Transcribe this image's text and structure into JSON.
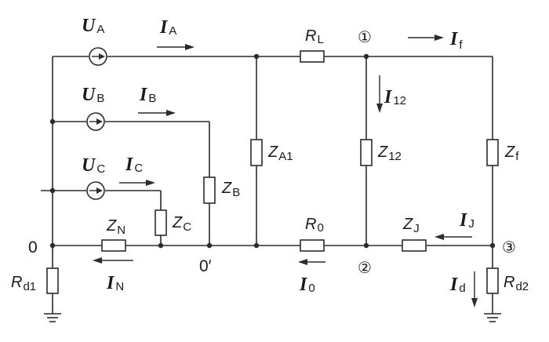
{
  "sources": {
    "a": {
      "main": "U",
      "sub": "A"
    },
    "b": {
      "main": "U",
      "sub": "B"
    },
    "c": {
      "main": "U",
      "sub": "C"
    }
  },
  "currents": {
    "ia": {
      "main": "I",
      "sub": "A"
    },
    "ib": {
      "main": "I",
      "sub": "B"
    },
    "ic": {
      "main": "I",
      "sub": "C"
    },
    "if": {
      "main": "I",
      "sub": "f"
    },
    "i12": {
      "main": "I",
      "sub": "12"
    },
    "ij": {
      "main": "I",
      "sub": "J"
    },
    "in": {
      "main": "I",
      "sub": "N"
    },
    "i0": {
      "main": "I",
      "sub": "0"
    },
    "id": {
      "main": "I",
      "sub": "d"
    }
  },
  "components": {
    "rl": {
      "main": "R",
      "sub": "L"
    },
    "r0": {
      "main": "R",
      "sub": "0"
    },
    "za1": {
      "main": "Z",
      "sub": "A1"
    },
    "z12": {
      "main": "Z",
      "sub": "12"
    },
    "zf": {
      "main": "Z",
      "sub": "f"
    },
    "zb": {
      "main": "Z",
      "sub": "B"
    },
    "zc": {
      "main": "Z",
      "sub": "C"
    },
    "zn": {
      "main": "Z",
      "sub": "N"
    },
    "zj": {
      "main": "Z",
      "sub": "J"
    },
    "rd1": {
      "main": "R",
      "sub": "d1"
    },
    "rd2": {
      "main": "R",
      "sub": "d2"
    }
  },
  "nodes": {
    "n0": "0",
    "n0p": "0′",
    "n1": "①",
    "n2": "②",
    "n3": "③"
  }
}
